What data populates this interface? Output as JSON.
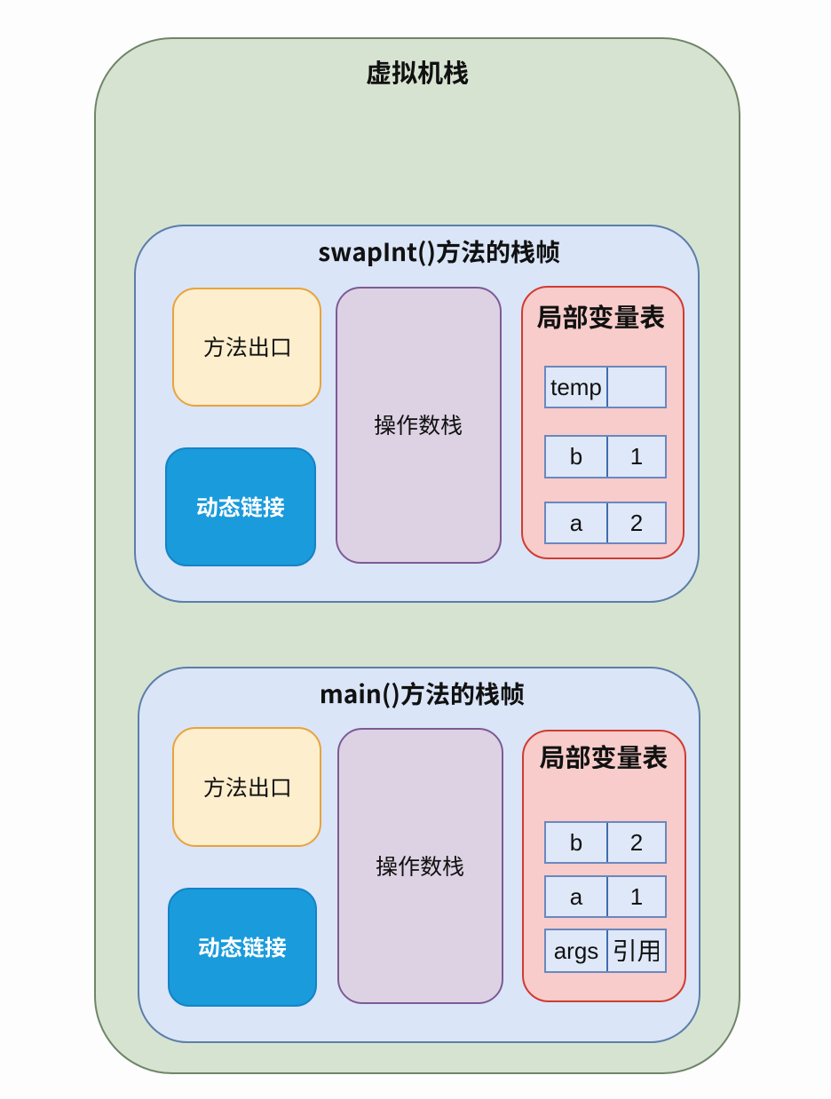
{
  "diagram": {
    "vm_stack": {
      "title": "虚拟机栈",
      "frames": [
        {
          "title": "swapInt()方法的栈帧",
          "method_exit": "方法出口",
          "dynamic_link": "动态链接",
          "operand_stack": "操作数栈",
          "local_var_table": {
            "title": "局部变量表",
            "rows": [
              {
                "name": "temp",
                "value": ""
              },
              {
                "name": "b",
                "value": "1"
              },
              {
                "name": "a",
                "value": "2"
              }
            ]
          }
        },
        {
          "title": "main()方法的栈帧",
          "method_exit": "方法出口",
          "dynamic_link": "动态链接",
          "operand_stack": "操作数栈",
          "local_var_table": {
            "title": "局部变量表",
            "rows": [
              {
                "name": "b",
                "value": "2"
              },
              {
                "name": "a",
                "value": "1"
              },
              {
                "name": "args",
                "value": "引用"
              }
            ]
          }
        }
      ]
    },
    "colors": {
      "vm_stack_fill": "#d7e3d1",
      "vm_stack_border": "#6f8569",
      "frame_fill": "#dae5f8",
      "frame_border": "#5c7ea9",
      "method_exit_fill": "#fdeecd",
      "method_exit_border": "#e8a33d",
      "dynamic_link_fill": "#1a9bdc",
      "dynamic_link_border": "#1583c5",
      "dynamic_link_text": "#ffffff",
      "operand_stack_fill": "#ddd2e3",
      "operand_stack_border": "#7d5a96",
      "local_var_table_fill": "#f7ccca",
      "local_var_table_border": "#d13b30",
      "cell_fill": "#dfe8f8",
      "cell_border": "#6b87bf",
      "cell_divider": "#3e6cb0",
      "text": "#111111"
    }
  }
}
